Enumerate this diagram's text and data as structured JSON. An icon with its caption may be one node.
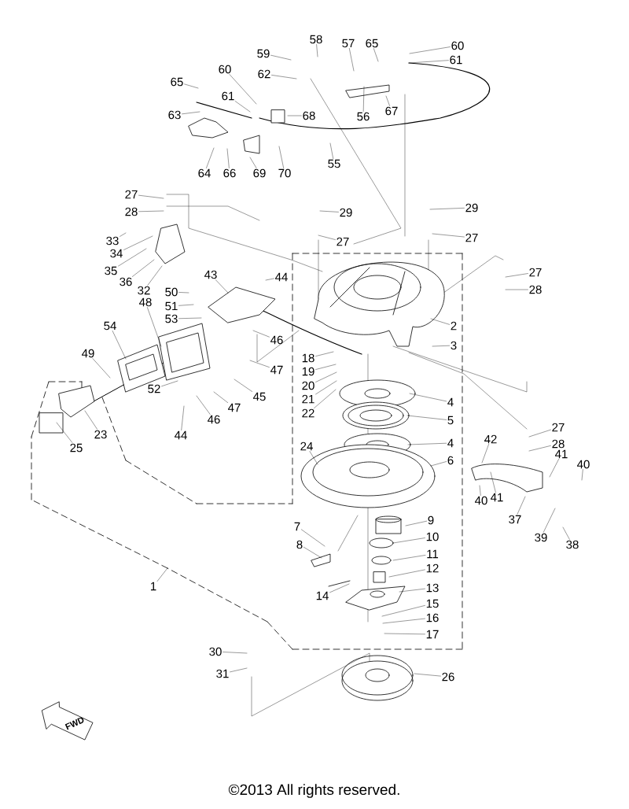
{
  "diagram": {
    "nodes": [
      {
        "text": [
          "58"
        ]
      },
      {
        "text": [
          "59"
        ]
      },
      {
        "text": [
          "57"
        ]
      },
      {
        "text": [
          "65"
        ]
      },
      {
        "text": [
          "60"
        ]
      },
      {
        "text": [
          "61"
        ]
      },
      {
        "text": [
          "62"
        ]
      },
      {
        "text": [
          "65"
        ]
      },
      {
        "text": [
          "60"
        ]
      },
      {
        "text": [
          "61"
        ]
      },
      {
        "text": [
          "63"
        ]
      },
      {
        "text": [
          "68"
        ]
      },
      {
        "text": [
          "56"
        ]
      },
      {
        "text": [
          "67"
        ]
      },
      {
        "text": [
          "55"
        ]
      },
      {
        "text": [
          "64"
        ]
      },
      {
        "text": [
          "66"
        ]
      },
      {
        "text": [
          "69"
        ]
      },
      {
        "text": [
          "70"
        ]
      },
      {
        "text": [
          "27"
        ]
      },
      {
        "text": [
          "28"
        ]
      },
      {
        "text": [
          "33"
        ]
      },
      {
        "text": [
          "34"
        ]
      },
      {
        "text": [
          "35"
        ]
      },
      {
        "text": [
          "36"
        ]
      },
      {
        "text": [
          "32"
        ]
      },
      {
        "text": [
          "29"
        ]
      },
      {
        "text": [
          "27"
        ]
      },
      {
        "text": [
          "29"
        ]
      },
      {
        "text": [
          "27"
        ]
      },
      {
        "text": [
          "27"
        ]
      },
      {
        "text": [
          "28"
        ]
      },
      {
        "text": [
          "43"
        ]
      },
      {
        "text": [
          "44"
        ]
      },
      {
        "text": [
          "50"
        ]
      },
      {
        "text": [
          "51"
        ]
      },
      {
        "text": [
          "53"
        ]
      },
      {
        "text": [
          "48"
        ]
      },
      {
        "text": [
          "54"
        ]
      },
      {
        "text": [
          "2"
        ]
      },
      {
        "text": [
          "3"
        ]
      },
      {
        "text": [
          "46"
        ]
      },
      {
        "text": [
          "47"
        ]
      },
      {
        "text": [
          "49"
        ]
      },
      {
        "text": [
          "18"
        ]
      },
      {
        "text": [
          "19"
        ]
      },
      {
        "text": [
          "20"
        ]
      },
      {
        "text": [
          "21"
        ]
      },
      {
        "text": [
          "22"
        ]
      },
      {
        "text": [
          "45"
        ]
      },
      {
        "text": [
          "52"
        ]
      },
      {
        "text": [
          "47"
        ]
      },
      {
        "text": [
          "46"
        ]
      },
      {
        "text": [
          "44"
        ]
      },
      {
        "text": [
          "4"
        ]
      },
      {
        "text": [
          "5"
        ]
      },
      {
        "text": [
          "23"
        ]
      },
      {
        "text": [
          "25"
        ]
      },
      {
        "text": [
          "4"
        ]
      },
      {
        "text": [
          "6"
        ]
      },
      {
        "text": [
          "24"
        ]
      },
      {
        "text": [
          "27"
        ]
      },
      {
        "text": [
          "28"
        ]
      },
      {
        "text": [
          "42"
        ]
      },
      {
        "text": [
          "41"
        ]
      },
      {
        "text": [
          "40"
        ]
      },
      {
        "text": [
          "40"
        ]
      },
      {
        "text": [
          "41"
        ]
      },
      {
        "text": [
          "37"
        ]
      },
      {
        "text": [
          "39"
        ]
      },
      {
        "text": [
          "38"
        ]
      },
      {
        "text": [
          "9"
        ]
      },
      {
        "text": [
          "7"
        ]
      },
      {
        "text": [
          "10"
        ]
      },
      {
        "text": [
          "8"
        ]
      },
      {
        "text": [
          "11"
        ]
      },
      {
        "text": [
          "12"
        ]
      },
      {
        "text": [
          "14"
        ]
      },
      {
        "text": [
          "13"
        ]
      },
      {
        "text": [
          "15"
        ]
      },
      {
        "text": [
          "16"
        ]
      },
      {
        "text": [
          "17"
        ]
      },
      {
        "text": [
          "1"
        ]
      },
      {
        "text": [
          "30"
        ]
      },
      {
        "text": [
          "31"
        ]
      },
      {
        "text": [
          "26"
        ]
      },
      {
        "text": [
          "FWD"
        ]
      }
    ],
    "edges": [
      {
        "from": 0,
        "to": null,
        "arrow": "none"
      },
      {
        "from": 1,
        "to": null,
        "arrow": "none"
      },
      {
        "from": 2,
        "to": null,
        "arrow": "none"
      },
      {
        "from": 3,
        "to": null,
        "arrow": "none"
      },
      {
        "from": 4,
        "to": null,
        "arrow": "none"
      },
      {
        "from": 5,
        "to": null,
        "arrow": "none"
      },
      {
        "from": 6,
        "to": null,
        "arrow": "none"
      },
      {
        "from": 7,
        "to": null,
        "arrow": "none"
      },
      {
        "from": 8,
        "to": null,
        "arrow": "none"
      },
      {
        "from": 9,
        "to": null,
        "arrow": "none"
      },
      {
        "from": 10,
        "to": null,
        "arrow": "none"
      },
      {
        "from": 11,
        "to": null,
        "arrow": "none"
      },
      {
        "from": 12,
        "to": null,
        "arrow": "none"
      },
      {
        "from": 13,
        "to": null,
        "arrow": "none"
      },
      {
        "from": 14,
        "to": null,
        "arrow": "none"
      },
      {
        "from": 15,
        "to": null,
        "arrow": "none"
      },
      {
        "from": 16,
        "to": null,
        "arrow": "none"
      },
      {
        "from": 17,
        "to": null,
        "arrow": "none"
      },
      {
        "from": 18,
        "to": null,
        "arrow": "none"
      },
      {
        "from": 19,
        "to": null,
        "arrow": "none"
      },
      {
        "from": 20,
        "to": null,
        "arrow": "none"
      },
      {
        "from": 21,
        "to": null,
        "arrow": "none"
      },
      {
        "from": 22,
        "to": null,
        "arrow": "none"
      },
      {
        "from": 23,
        "to": null,
        "arrow": "none"
      },
      {
        "from": 24,
        "to": null,
        "arrow": "none"
      },
      {
        "from": 25,
        "to": null,
        "arrow": "none"
      },
      {
        "from": 26,
        "to": null,
        "arrow": "none"
      },
      {
        "from": 27,
        "to": null,
        "arrow": "none"
      },
      {
        "from": 28,
        "to": null,
        "arrow": "none"
      },
      {
        "from": 29,
        "to": null,
        "arrow": "none"
      },
      {
        "from": 30,
        "to": null,
        "arrow": "none"
      },
      {
        "from": 31,
        "to": null,
        "arrow": "none"
      },
      {
        "from": 32,
        "to": null,
        "arrow": "none"
      },
      {
        "from": 33,
        "to": null,
        "arrow": "none"
      },
      {
        "from": 34,
        "to": null,
        "arrow": "none"
      },
      {
        "from": 35,
        "to": null,
        "arrow": "none"
      },
      {
        "from": 36,
        "to": null,
        "arrow": "none"
      },
      {
        "from": 37,
        "to": null,
        "arrow": "none"
      },
      {
        "from": 38,
        "to": null,
        "arrow": "none"
      },
      {
        "from": 39,
        "to": null,
        "arrow": "none"
      },
      {
        "from": 40,
        "to": null,
        "arrow": "none"
      },
      {
        "from": 41,
        "to": null,
        "arrow": "none"
      },
      {
        "from": 42,
        "to": null,
        "arrow": "none"
      },
      {
        "from": 43,
        "to": null,
        "arrow": "none"
      },
      {
        "from": 44,
        "to": null,
        "arrow": "none"
      },
      {
        "from": 45,
        "to": null,
        "arrow": "none"
      },
      {
        "from": 46,
        "to": null,
        "arrow": "none"
      },
      {
        "from": 47,
        "to": null,
        "arrow": "none"
      },
      {
        "from": 48,
        "to": null,
        "arrow": "none"
      },
      {
        "from": 49,
        "to": null,
        "arrow": "none"
      },
      {
        "from": 50,
        "to": null,
        "arrow": "none"
      },
      {
        "from": 51,
        "to": null,
        "arrow": "none"
      },
      {
        "from": 52,
        "to": null,
        "arrow": "none"
      },
      {
        "from": 53,
        "to": null,
        "arrow": "none"
      },
      {
        "from": 54,
        "to": null,
        "arrow": "none"
      },
      {
        "from": 55,
        "to": null,
        "arrow": "none"
      },
      {
        "from": 56,
        "to": null,
        "arrow": "none"
      },
      {
        "from": 57,
        "to": null,
        "arrow": "none"
      },
      {
        "from": 58,
        "to": null,
        "arrow": "none"
      },
      {
        "from": 59,
        "to": null,
        "arrow": "none"
      },
      {
        "from": 60,
        "to": null,
        "arrow": "none"
      },
      {
        "from": 61,
        "to": null,
        "arrow": "none"
      },
      {
        "from": 62,
        "to": null,
        "arrow": "none"
      },
      {
        "from": 63,
        "to": null,
        "arrow": "none"
      },
      {
        "from": 64,
        "to": null,
        "arrow": "none"
      },
      {
        "from": 65,
        "to": null,
        "arrow": "none"
      },
      {
        "from": 66,
        "to": null,
        "arrow": "none"
      },
      {
        "from": 67,
        "to": null,
        "arrow": "none"
      },
      {
        "from": 68,
        "to": null,
        "arrow": "none"
      },
      {
        "from": 69,
        "to": null,
        "arrow": "none"
      },
      {
        "from": 70,
        "to": null,
        "arrow": "none"
      },
      {
        "from": 71,
        "to": null,
        "arrow": "none"
      },
      {
        "from": 72,
        "to": null,
        "arrow": "none"
      },
      {
        "from": 73,
        "to": null,
        "arrow": "none"
      },
      {
        "from": 74,
        "to": null,
        "arrow": "none"
      },
      {
        "from": 75,
        "to": null,
        "arrow": "none"
      },
      {
        "from": 76,
        "to": null,
        "arrow": "none"
      },
      {
        "from": 77,
        "to": null,
        "arrow": "none"
      },
      {
        "from": 78,
        "to": null,
        "arrow": "none"
      },
      {
        "from": 79,
        "to": null,
        "arrow": "none"
      },
      {
        "from": 80,
        "to": null,
        "arrow": "none"
      },
      {
        "from": 81,
        "to": null,
        "arrow": "none"
      },
      {
        "from": 82,
        "to": null,
        "arrow": "none"
      },
      {
        "from": 83,
        "to": null,
        "arrow": "none"
      },
      {
        "from": 84,
        "to": null,
        "arrow": "none"
      },
      {
        "from": 85,
        "to": null,
        "arrow": "none"
      }
    ],
    "labels": [
      "©2013 All rights reserved."
    ]
  }
}
